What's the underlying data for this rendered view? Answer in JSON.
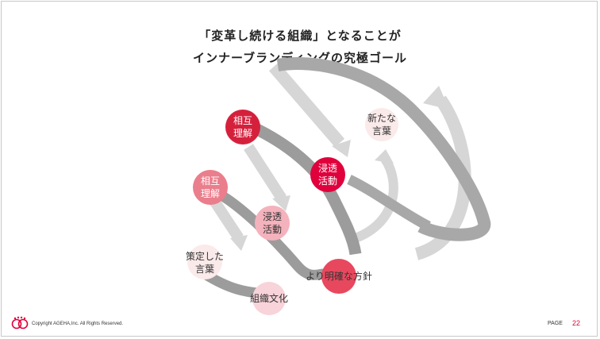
{
  "slide": {
    "title_line1": "「変革し続ける組織」となることが",
    "title_line2": "インナーブランディングの究極ゴール",
    "copyright": "Copyright AGEHA,Inc.  All Rights Reserved.",
    "page_label": "PAGE",
    "page_number": "22"
  },
  "colors": {
    "accent": "#e0003c",
    "arrow_dark": "#9c9c9c",
    "arrow_light": "#d6d6d6"
  },
  "nodes": [
    {
      "id": "sakutei",
      "line1": "策定した",
      "line2": "言葉",
      "fill": "#fbeaea",
      "text_color": "#333333"
    },
    {
      "id": "soshiki",
      "line1": "組織文化",
      "line2": "",
      "fill": "#f8d3d9",
      "text_color": "#333333"
    },
    {
      "id": "sougo1",
      "line1": "相互",
      "line2": "理解",
      "fill": "#ea7e8c",
      "text_color": "#ffffff"
    },
    {
      "id": "shinto1",
      "line1": "浸透",
      "line2": "活動",
      "fill": "#f4b2bd",
      "text_color": "#333333"
    },
    {
      "id": "yori",
      "line1": "より明確な方針",
      "line2": "",
      "fill": "#e8485e",
      "text_color": "#333333"
    },
    {
      "id": "sougo2",
      "line1": "相互",
      "line2": "理解",
      "fill": "#d5203c",
      "text_color": "#ffffff"
    },
    {
      "id": "shinto2",
      "line1": "浸透",
      "line2": "活動",
      "fill": "#e0003c",
      "text_color": "#ffffff"
    },
    {
      "id": "arata",
      "line1": "新たな",
      "line2": "言葉",
      "fill": "#fbeaea",
      "text_color": "#333333"
    }
  ]
}
